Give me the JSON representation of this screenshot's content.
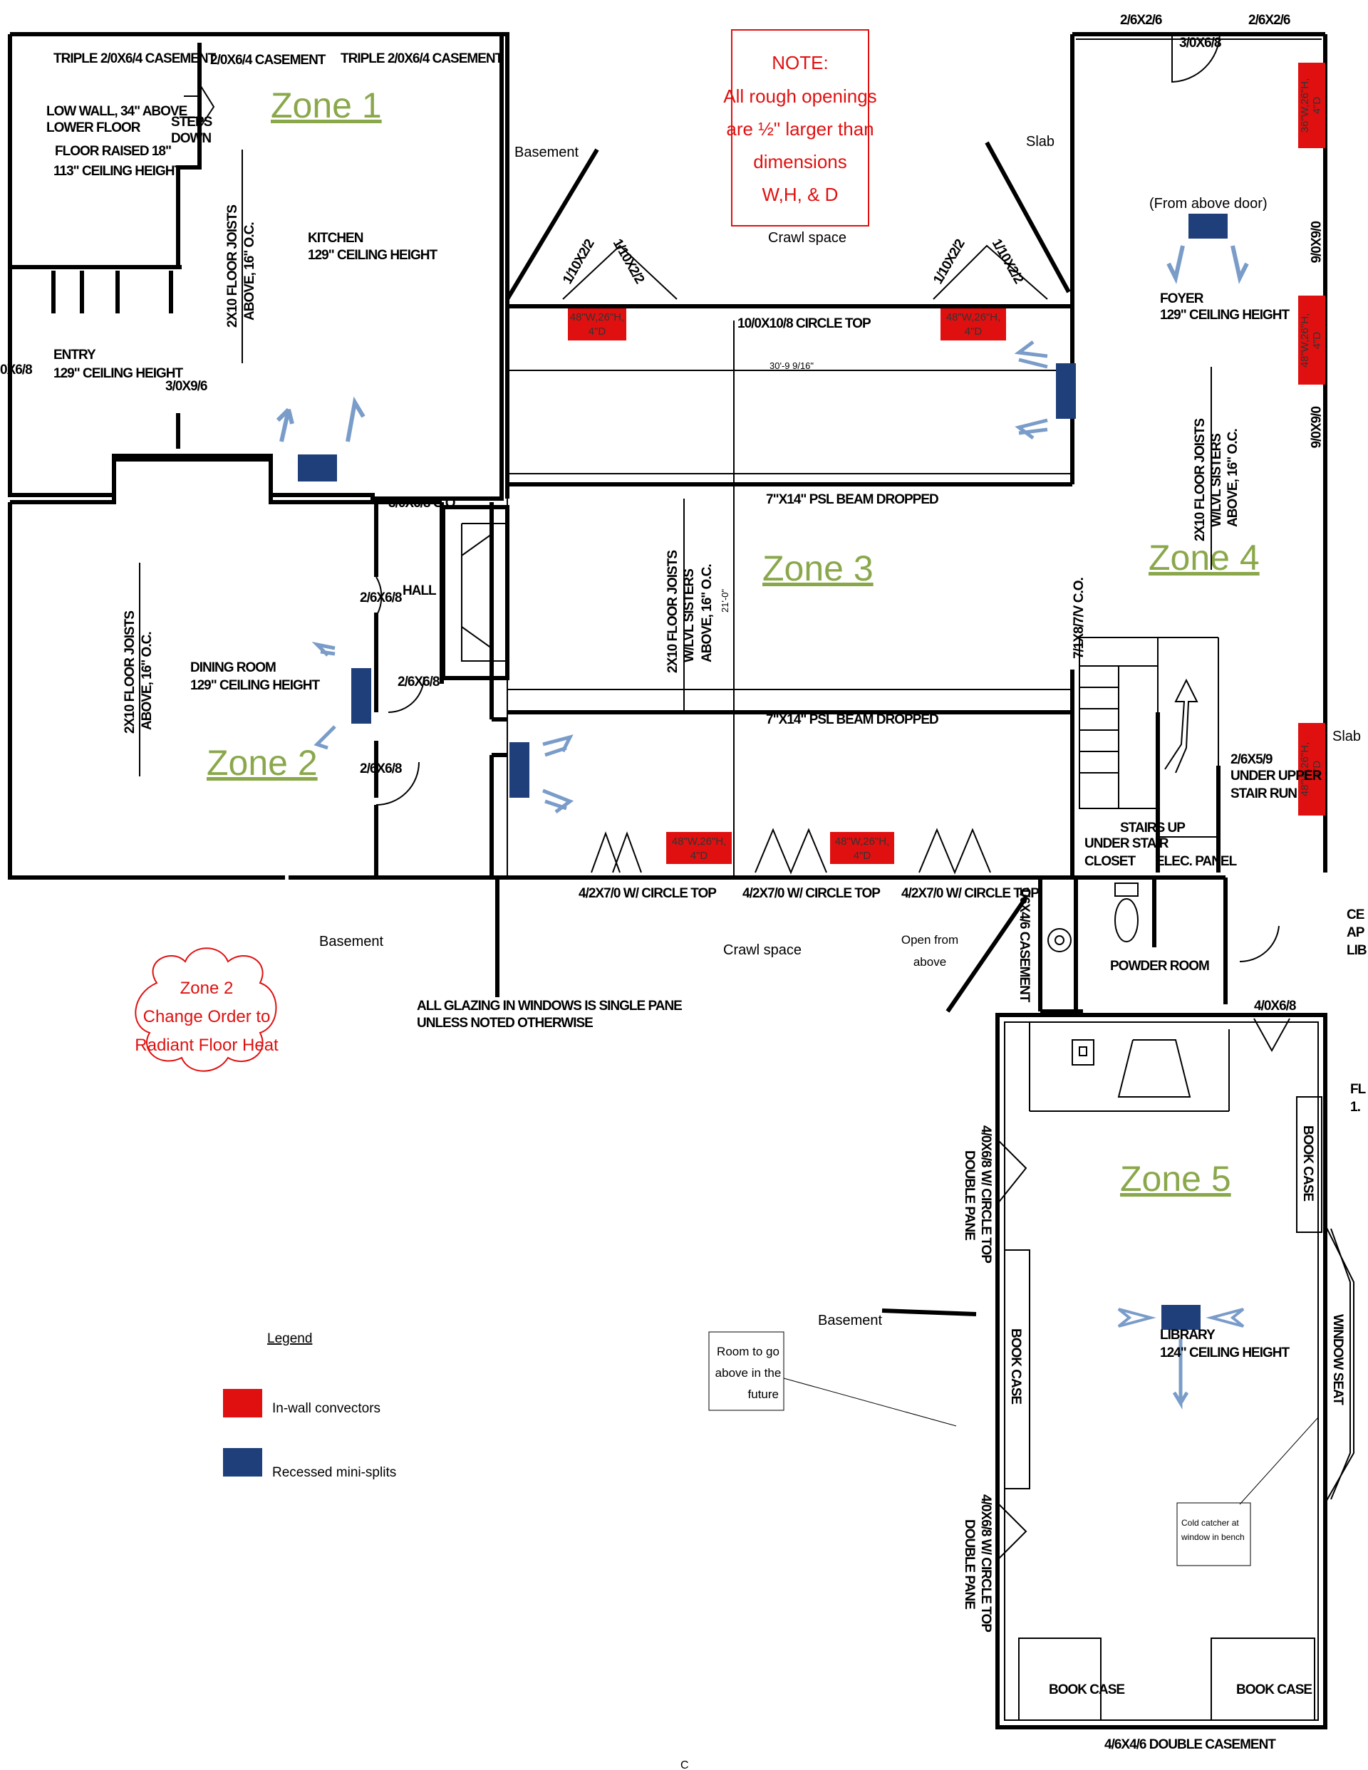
{
  "note": {
    "line1": "NOTE:",
    "line2": "All rough openings",
    "line3": "are ½\" larger than",
    "line4": "dimensions",
    "line5": "W,H, & D"
  },
  "zones": {
    "z1": "Zone 1",
    "z2": "Zone 2",
    "z3": "Zone 3",
    "z4": "Zone 4",
    "z5": "Zone 5"
  },
  "change_order": {
    "line1": "Zone 2",
    "line2": "Change Order to",
    "line3": "Radiant Floor Heat"
  },
  "legend": {
    "title": "Legend",
    "convectors": "In-wall convectors",
    "minisplits": "Recessed mini-splits",
    "convector_color": "#e01010",
    "minisplit_color": "#1f3f7a"
  },
  "convector_label": {
    "a": "48\"W,26\"H,",
    "a2": "4\"D",
    "b": "48\"W,26\"H,",
    "b2": "4\"D",
    "side": "36\"W,26\"H,",
    "side2": "4\"D"
  },
  "areas": {
    "basement": "Basement",
    "slab": "Slab",
    "crawl": "Crawl space",
    "open_from_above_1": "Open from",
    "open_from_above_2": "above",
    "from_above_door": "(From above door)",
    "room_future_1": "Room to go",
    "room_future_2": "above in the",
    "room_future_3": "future",
    "cold_catcher_1": "Cold catcher at",
    "cold_catcher_2": "window in bench",
    "dim_horizontal": "30'-9 9/16\"",
    "dim_vertical": "21'-0\"",
    "footer": "C"
  },
  "labels": {
    "triple_casement_left": "TRIPLE 2/0X6/4 CASEMENT",
    "casement_mid": "2/0X6/4 CASEMENT",
    "triple_casement_right": "TRIPLE 2/0X6/4 CASEMENT",
    "low_wall_1": "LOW WALL, 34\" ABOVE",
    "low_wall_2": "LOWER FLOOR",
    "floor_raised": "FLOOR RAISED 18\"",
    "ceiling_113": "113\" CEILING HEIGHT",
    "steps_1": "STEPS",
    "steps_2": "DOWN",
    "kitchen_1": "KITCHEN",
    "kitchen_2": "129\" CEILING HEIGHT",
    "joists_kitchen_1": "2X10 FLOOR JOISTS",
    "joists_kitchen_2": "ABOVE, 16\" O.C.",
    "entry_1": "ENTRY",
    "entry_2": "129\" CEILING HEIGHT",
    "door_3096": "3/0X9/6",
    "door_left_edge": "0X6/8",
    "co_door": "3/0X6/8 C.O.",
    "hall": "HALL",
    "door_2068a": "2/6X6/8",
    "door_2068b": "2/6X6/8",
    "door_2068c": "2/6X6/8",
    "dining_1": "DINING ROOM",
    "dining_2": "129\" CEILING HEIGHT",
    "joists_dining_1": "2X10 FLOOR JOISTS",
    "joists_dining_2": "ABOVE, 16\" O.C.",
    "circle_top_center": "10/0X10/8 CIRCLE TOP",
    "window_1x22_a": "1/10X2/2",
    "window_1x22_b": "1/10X2/2",
    "window_1x22_c": "1/10X2/2",
    "window_1x22_d": "1/10X2/2",
    "psl_beam_1": "7\"X14\" PSL BEAM DROPPED",
    "psl_beam_2": "7\"X14\" PSL BEAM DROPPED",
    "joists_center_1": "2X10 FLOOR JOISTS",
    "joists_center_2": "W/LVL SISTERS",
    "joists_center_3": "ABOVE, 16\" O.C.",
    "door_4270_1": "4/2X7/0 W/ CIRCLE TOP",
    "door_4270_2": "4/2X7/0 W/ CIRCLE TOP",
    "door_4270_3": "4/2X7/0 W/ CIRCLE TOP",
    "glazing_1": "ALL GLAZING IN WINDOWS IS SINGLE PANE",
    "glazing_2": "UNLESS NOTED OTHERWISE",
    "casement_vertical": "1/6X4/6 CASEMENT",
    "door_7180": "7/1X8/7/V C.O.",
    "foyer_1": "FOYER",
    "foyer_2": "129\" CEILING HEIGHT",
    "joists_foyer_1": "2X10 FLOOR JOISTS",
    "joists_foyer_2": "W/LVL SISTERS",
    "joists_foyer_3": "ABOVE, 16\" O.C.",
    "top_2626a": "2/6X2/6",
    "top_2626b": "2/6X2/6",
    "top_3068": "3/0X6/8",
    "right_0606a": "0/6X0/6",
    "right_0606b": "0/6X0/6",
    "stair_door_1": "2/6X5/9",
    "stair_door_2": "UNDER UPPER",
    "stair_door_3": "STAIR RUN",
    "stairs_up": "STAIRS UP",
    "under_stair_1": "UNDER STAIR",
    "under_stair_2": "CLOSET",
    "elec_panel": "ELEC. PANEL",
    "powder": "POWDER ROOM",
    "door_4068": "4/0X6/8",
    "double_pane_1": "4/0X6/8 W/ CIRCLE TOP",
    "double_pane_2": "DOUBLE PANE",
    "double_pane_3": "4/0X6/8 W/ CIRCLE TOP",
    "double_pane_4": "DOUBLE PANE",
    "book_case_right": "BOOK CASE",
    "book_case_left": "BOOK CASE",
    "book_case_bl": "BOOK CASE",
    "book_case_br": "BOOK CASE",
    "library_1": "LIBRARY",
    "library_2": "124\" CEILING HEIGHT",
    "window_seat": "WINDOW SEAT",
    "bottom_casement": "4/6X4/6 DOUBLE CASEMENT",
    "edge_a": "CE",
    "edge_b": "AP",
    "edge_c": "LIB",
    "edge_d": "FL",
    "edge_e": "1."
  }
}
